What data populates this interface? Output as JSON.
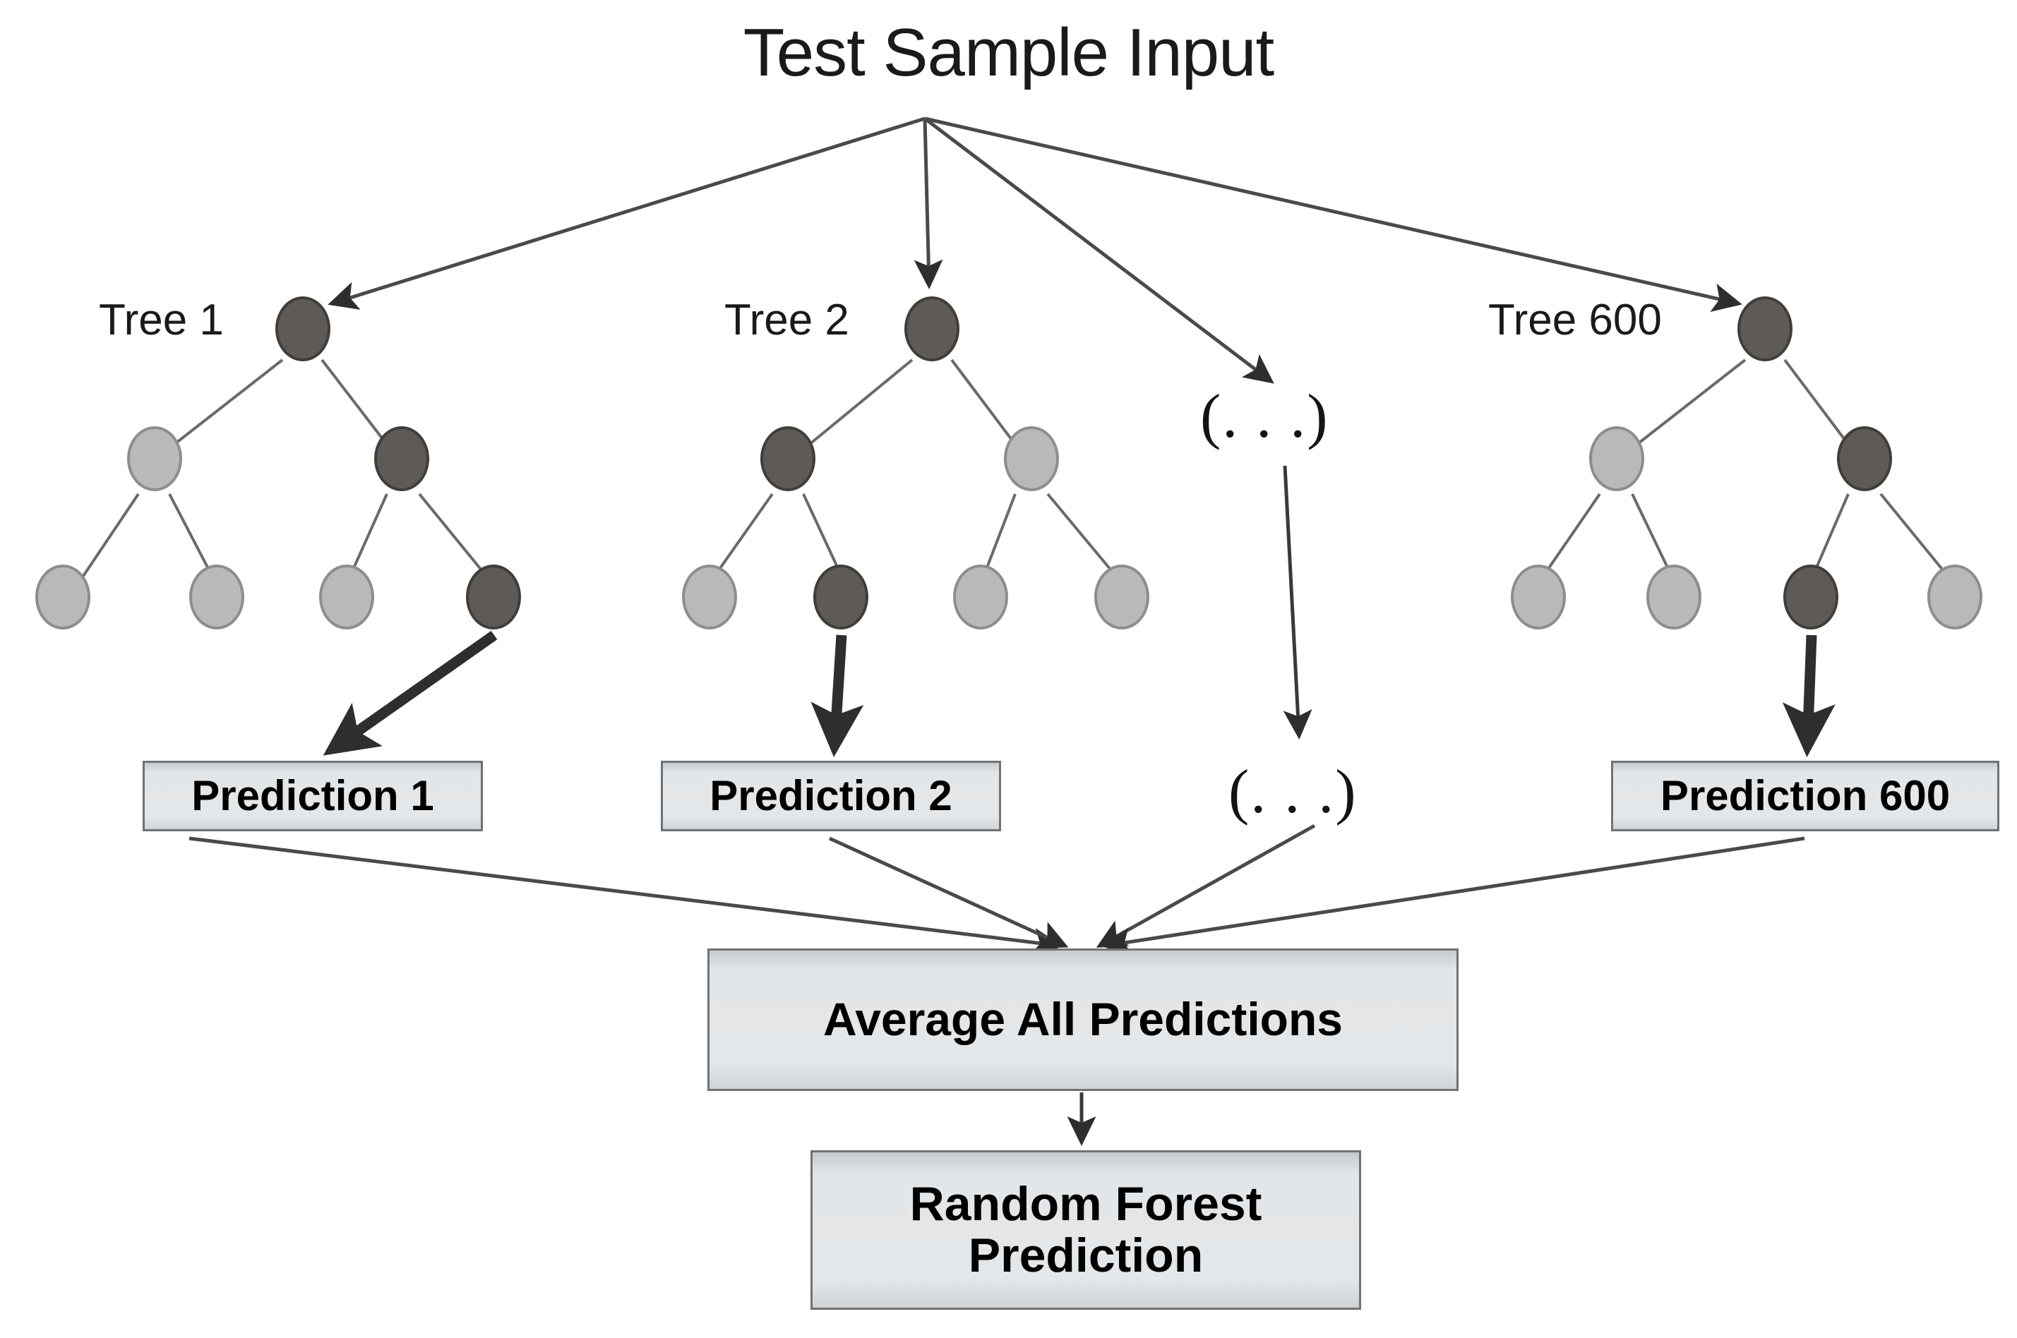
{
  "title": "Test Sample Input",
  "colors": {
    "node_light": "#b9b9b9",
    "node_light_border": "#8d8d8d",
    "node_dark": "#5e5b57",
    "node_dark_border": "#403d3a",
    "box_fill": "#e3e6e8",
    "box_border": "#6f7376",
    "stroke": "#3a3a3a",
    "background": "#ffffff"
  },
  "trees": [
    {
      "label": "Tree 1",
      "root_shade": "dark",
      "mid": [
        "light",
        "dark"
      ],
      "leaves": [
        "light",
        "light",
        "light",
        "dark"
      ],
      "active_leaf_index": 3
    },
    {
      "label": "Tree 2",
      "root_shade": "dark",
      "mid": [
        "dark",
        "light"
      ],
      "leaves": [
        "light",
        "dark",
        "light",
        "light"
      ],
      "active_leaf_index": 1
    },
    {
      "label": "Tree 600",
      "root_shade": "dark",
      "mid": [
        "light",
        "dark"
      ],
      "leaves": [
        "light",
        "light",
        "dark",
        "light"
      ],
      "active_leaf_index": 2
    }
  ],
  "ellipsis_top": "(. . .)",
  "ellipsis_bottom": "(. . .)",
  "predictions": [
    {
      "label": "Prediction 1"
    },
    {
      "label": "Prediction 2"
    },
    {
      "label": "Prediction 600"
    }
  ],
  "average_box": "Average All Predictions",
  "final_box": "Random Forest Prediction",
  "final_box_line1": "Random Forest",
  "final_box_line2": "Prediction"
}
